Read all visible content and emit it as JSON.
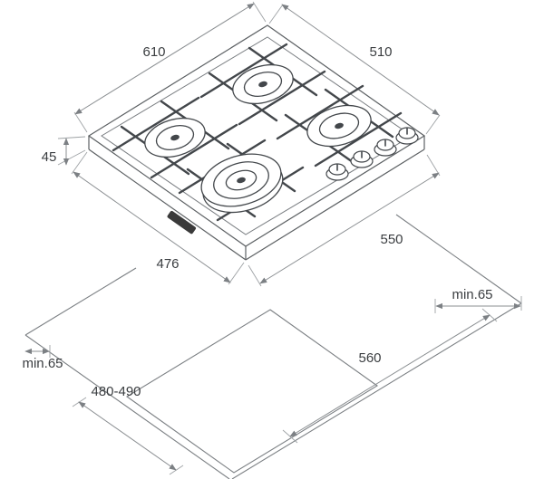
{
  "diagram": {
    "type": "gas-hob-installation-diagram",
    "dimensions": {
      "hob_width": "610",
      "hob_depth": "510",
      "hob_height": "45",
      "body_depth": "476",
      "body_width": "550",
      "clearance_right": "min.65",
      "clearance_left": "min.65",
      "cutout_width": "560",
      "cutout_depth": "480-490"
    },
    "colors": {
      "outline": "#5c6063",
      "grid": "#43474b",
      "dimension": "#8b8f92",
      "label": "#3a3d40",
      "brand_plate": "#3a3a3a",
      "background": "#ffffff"
    }
  }
}
